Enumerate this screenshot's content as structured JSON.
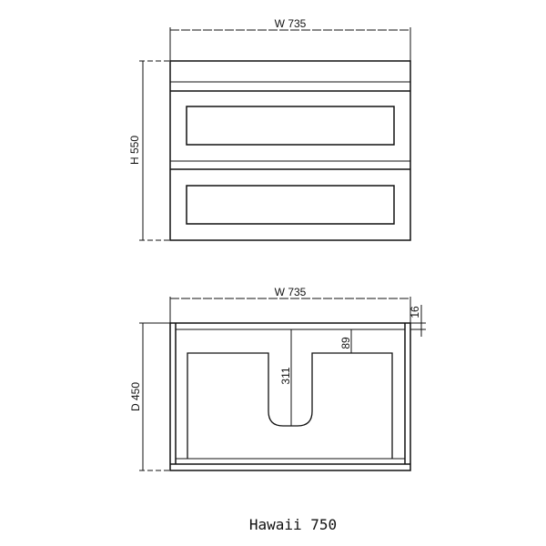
{
  "front_view": {
    "width_label": "W 735",
    "height_label": "H 550"
  },
  "plan_view": {
    "width_label": "W 735",
    "depth_label": "D 450",
    "panel_thickness_label": "16",
    "cutout_offset_label": "89",
    "cutout_depth_label": "311"
  },
  "title": "Hawaii 750",
  "colors": {
    "line": "#111111",
    "background": "#ffffff"
  }
}
